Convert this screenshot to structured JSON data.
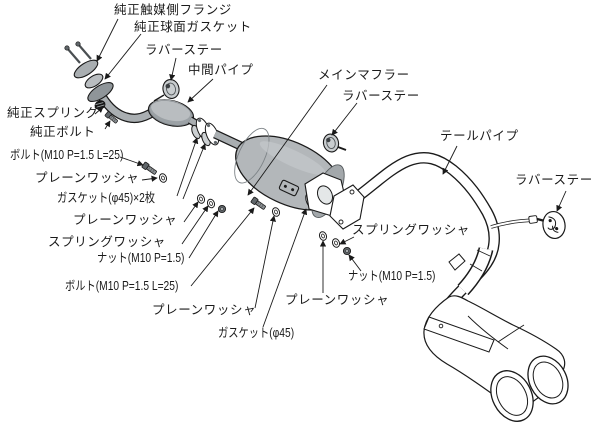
{
  "diagram": {
    "description": "Exploded installation diagram of an aftermarket exhaust system (intermediate pipe, main muffler, twin-tip tail pipe) with hardware callouts",
    "colors": {
      "background": "#ffffff",
      "line": "#1a1a1a",
      "metal_gray": "#a9aeb1",
      "muffler_gray": "#b3b7ba",
      "dark_gray": "#60666a",
      "white_part": "#ffffff"
    }
  },
  "labels": {
    "oem_cat_flange": "純正触媒側フランジ",
    "oem_spherical_gasket": "純正球面ガスケット",
    "rubber_stay_front": "ラバーステー",
    "mid_pipe": "中間パイプ",
    "main_muffler": "メインマフラー",
    "rubber_stay_mid": "ラバーステー",
    "tail_pipe": "テールパイプ",
    "rubber_stay_rear": "ラバーステー",
    "oem_spring": "純正スプリング",
    "oem_bolt": "純正ボルト",
    "bolt_m10_left": "ボルト(M10 P=1.5 L=25)",
    "plain_washer_left1": "プレーンワッシャ",
    "gasket_45_x2": "ガスケット(φ45)×2枚",
    "plain_washer_left2": "プレーンワッシャ",
    "spring_washer_left": "スプリングワッシャ",
    "nut_left": "ナット(M10 P=1.5)",
    "bolt_m10_bottom": "ボルト(M10 P=1.5 L=25)",
    "plain_washer_bottom": "プレーンワッシャ",
    "gasket_45": "ガスケット(φ45)",
    "plain_washer_right": "プレーンワッシャ",
    "spring_washer_right": "スプリングワッシャ",
    "nut_right": "ナット(M10 P=1.5)"
  }
}
